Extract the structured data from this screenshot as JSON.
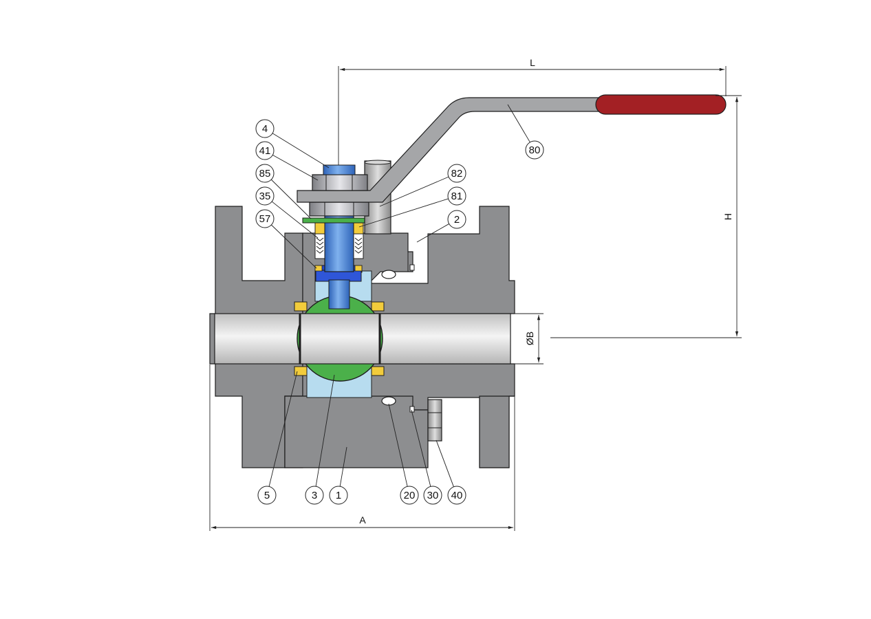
{
  "diagram": {
    "colors": {
      "body": "#8d8e90",
      "bore": "#d9d9d9",
      "ball": "#4bb04a",
      "stem": "#3d7fd8",
      "cavity": "#b7dcef",
      "seat": "#f2cc3c",
      "handle": "#a5a6a8",
      "grip": "#a32024",
      "outline": "#1e1e1e"
    },
    "dimensions": {
      "length": "L",
      "height": "H",
      "bore": "ØB",
      "face_to_face": "A"
    },
    "callouts": [
      {
        "id": "c4",
        "number": "4"
      },
      {
        "id": "c41",
        "number": "41"
      },
      {
        "id": "c85",
        "number": "85"
      },
      {
        "id": "c35",
        "number": "35"
      },
      {
        "id": "c57",
        "number": "57"
      },
      {
        "id": "c80",
        "number": "80"
      },
      {
        "id": "c82",
        "number": "82"
      },
      {
        "id": "c81",
        "number": "81"
      },
      {
        "id": "c2",
        "number": "2"
      },
      {
        "id": "c5",
        "number": "5"
      },
      {
        "id": "c3",
        "number": "3"
      },
      {
        "id": "c1",
        "number": "1"
      },
      {
        "id": "c20",
        "number": "20"
      },
      {
        "id": "c30",
        "number": "30"
      },
      {
        "id": "c40",
        "number": "40"
      }
    ]
  }
}
